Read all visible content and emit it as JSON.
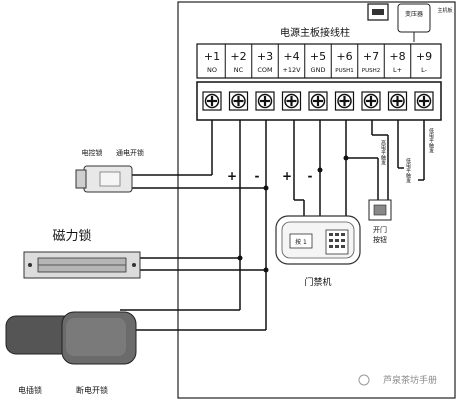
{
  "board": {
    "title": "电源主板接线柱",
    "terminals": [
      {
        "num": "+1",
        "sub": "NO"
      },
      {
        "num": "+2",
        "sub": "NC"
      },
      {
        "num": "+3",
        "sub": "COM"
      },
      {
        "num": "+4",
        "sub": "+12V"
      },
      {
        "num": "+5",
        "sub": "GND"
      },
      {
        "num": "+6",
        "sub": "PUSH1"
      },
      {
        "num": "+7",
        "sub": "PUSH2"
      },
      {
        "num": "+8",
        "sub": "L+"
      },
      {
        "num": "+9",
        "sub": "L-"
      }
    ],
    "top_icon_label": "变压器",
    "top_icon_label2": "主机板"
  },
  "labels": {
    "lock1_a": "电控锁",
    "lock1_b": "通电开锁",
    "maglock": "磁力锁",
    "elock_a": "电插锁",
    "elock_b": "断电开锁",
    "access": "门禁机",
    "access_key": "按 1",
    "exit_button_a": "开门",
    "exit_button_b": "按钮",
    "side_a": "高电平触发",
    "side_b": "低电平触发",
    "side_c": "低电平触发",
    "plus_a": "+",
    "minus_a": "-",
    "plus_b": "+",
    "minus_b": "-",
    "watermark": "芦泉茶坊手册"
  }
}
